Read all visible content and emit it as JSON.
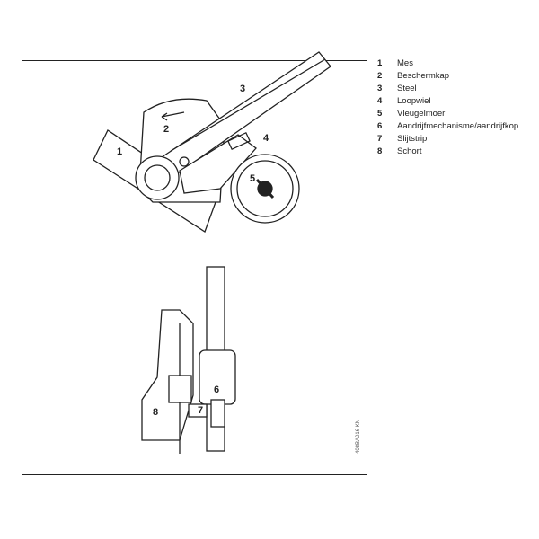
{
  "legend": [
    {
      "num": "1",
      "label": "Mes"
    },
    {
      "num": "2",
      "label": "Beschermkap"
    },
    {
      "num": "3",
      "label": "Steel"
    },
    {
      "num": "4",
      "label": "Loopwiel"
    },
    {
      "num": "5",
      "label": "Vleugelmoer"
    },
    {
      "num": "6",
      "label": "Aandrijfmechanisme/aandrijfkop"
    },
    {
      "num": "7",
      "label": "Slijtstrip"
    },
    {
      "num": "8",
      "label": "Schort"
    }
  ],
  "figure_code": "408BA016 KN"
}
